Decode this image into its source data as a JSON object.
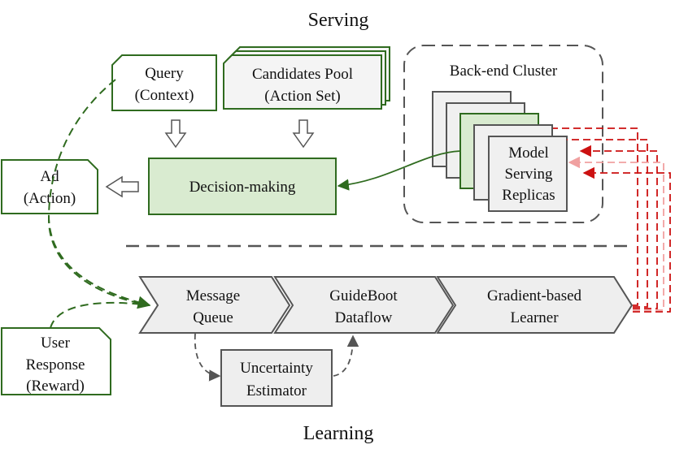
{
  "sections": {
    "serving": "Serving",
    "learning": "Learning"
  },
  "nodes": {
    "query": {
      "line1": "Query",
      "line2": "(Context)"
    },
    "candidates": {
      "line1": "Candidates Pool",
      "line2": "(Action Set)"
    },
    "cluster": {
      "label": "Back-end Cluster"
    },
    "replicas": {
      "line1": "Model",
      "line2": "Serving",
      "line3": "Replicas"
    },
    "ad": {
      "line1": "Ad",
      "line2": "(Action)"
    },
    "decision": {
      "label": "Decision-making"
    },
    "user": {
      "line1": "User",
      "line2": "Response",
      "line3": "(Reward)"
    },
    "queue": {
      "line1": "Message",
      "line2": "Queue"
    },
    "dataflow": {
      "line1": "GuideBoot",
      "line2": "Dataflow"
    },
    "learner": {
      "line1": "Gradient-based",
      "line2": "Learner"
    },
    "uncertainty": {
      "line1": "Uncertainty",
      "line2": "Estimator"
    }
  },
  "colors": {
    "green_border": "#2f6b1f",
    "green_fill": "#d9ebd0",
    "gray_fill": "#eeeeee",
    "gray_border": "#555555",
    "red_dash": "#cc1111",
    "pink_dash": "#f0a0a0",
    "dark_dash": "#555555"
  }
}
